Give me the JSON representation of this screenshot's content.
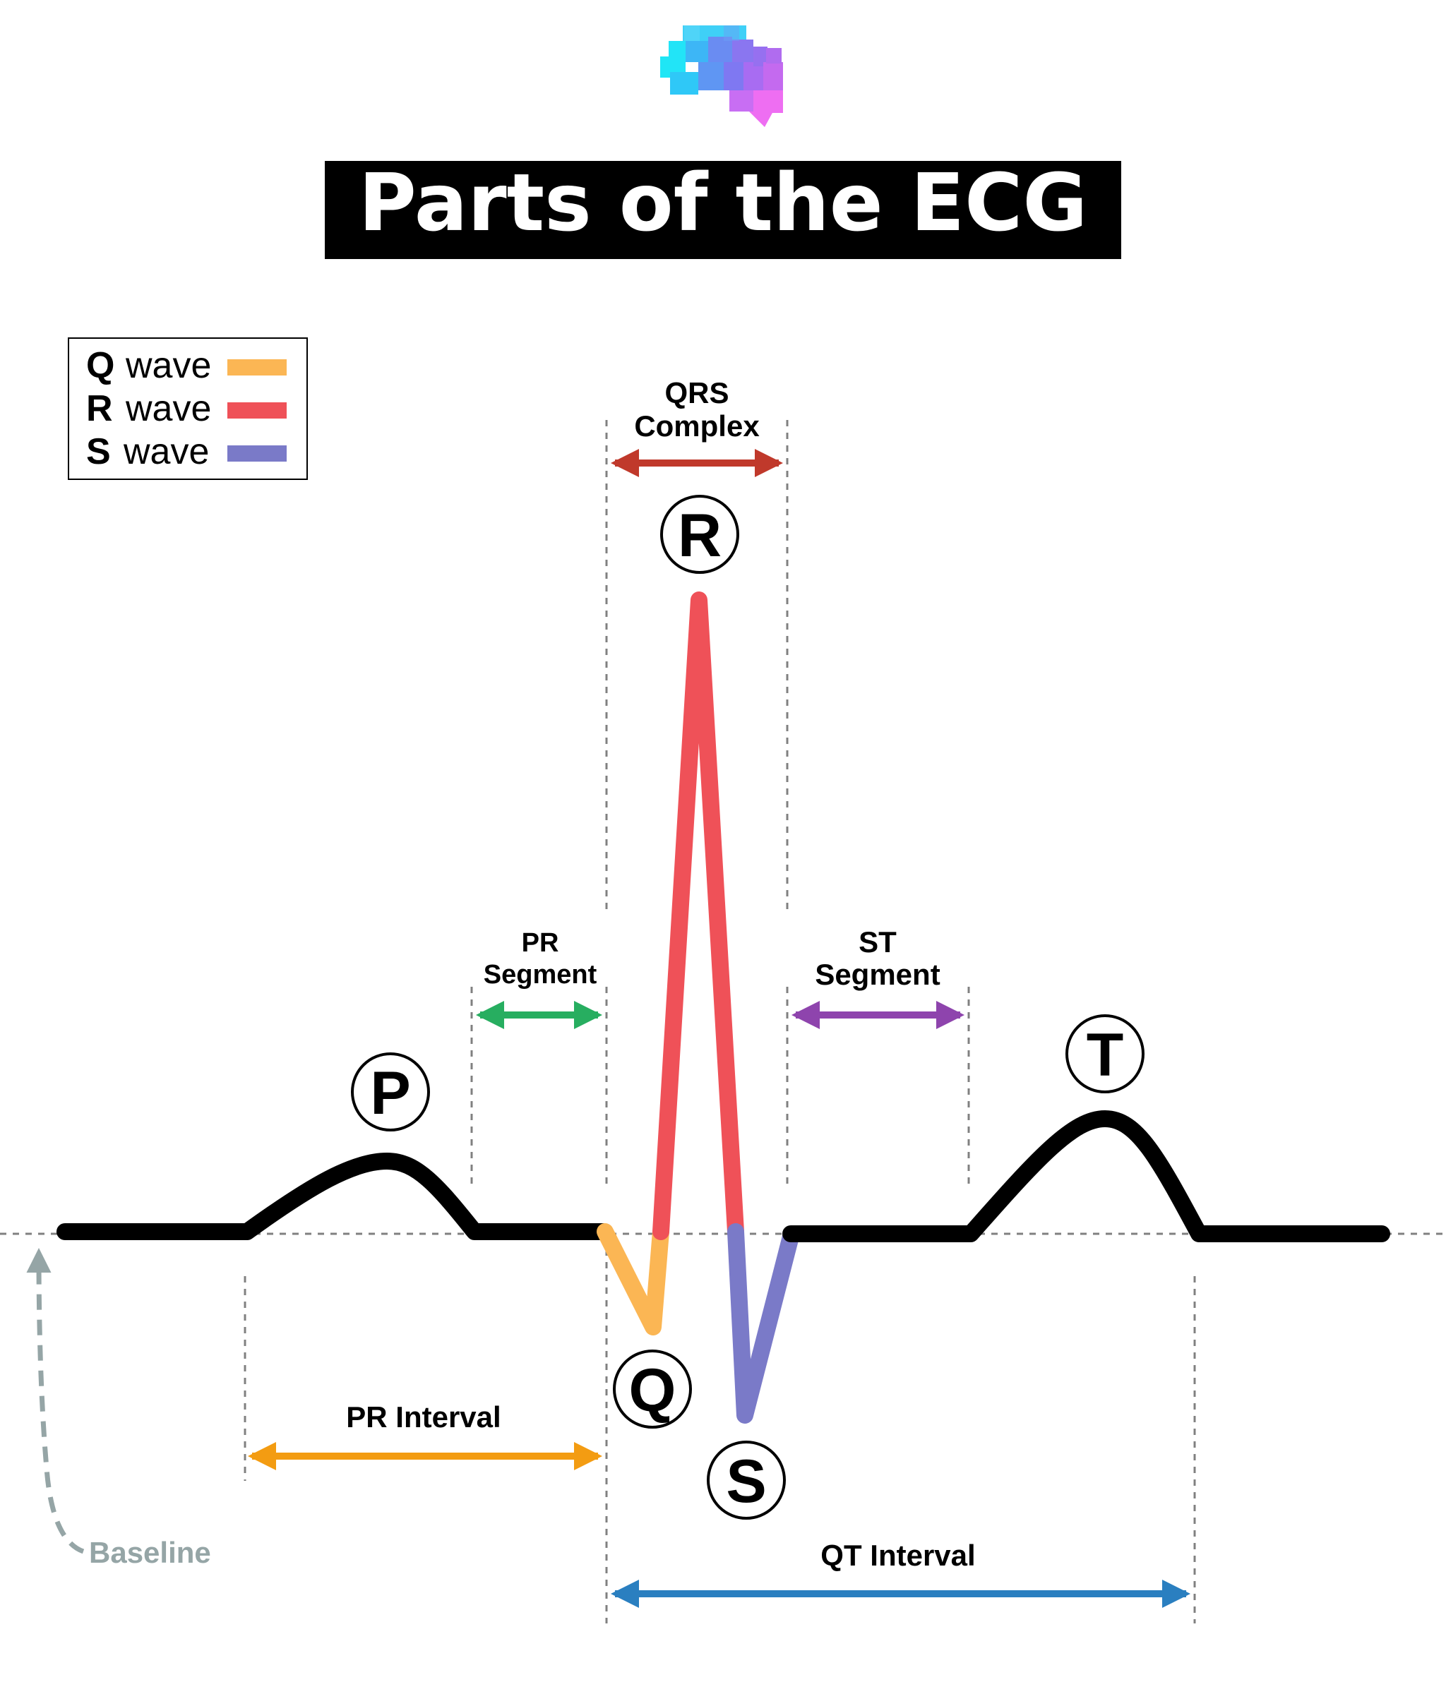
{
  "title": "Parts of the ECG",
  "logo": {
    "icon": "pixel-brain-icon",
    "colors": [
      "#22e0f5",
      "#4aa8f5",
      "#6f7ef0",
      "#a06cf2",
      "#e86af0"
    ]
  },
  "legend": {
    "items": [
      {
        "letter": "Q",
        "text": "wave",
        "color": "#fbb654"
      },
      {
        "letter": "R",
        "text": "wave",
        "color": "#ef5158"
      },
      {
        "letter": "S",
        "text": "wave",
        "color": "#7a7ac8"
      }
    ]
  },
  "waves": {
    "P": "P",
    "Q": "Q",
    "R": "R",
    "S": "S",
    "T": "T"
  },
  "spans": {
    "qrs": {
      "line1": "QRS",
      "line2": "Complex",
      "color": "#c0392b"
    },
    "pr_segment": {
      "line1": "PR",
      "line2": "Segment",
      "color": "#27ae60"
    },
    "st_segment": {
      "line1": "ST",
      "line2": "Segment",
      "color": "#8e44ad"
    },
    "pr_interval": {
      "label": "PR Interval",
      "color": "#f39c12"
    },
    "qt_interval": {
      "label": "QT Interval",
      "color": "#2a7fc0"
    }
  },
  "baseline": {
    "label": "Baseline",
    "color": "#95a5a6"
  },
  "colors": {
    "trace": "#000000",
    "guide": "#808080",
    "title_bg": "#000000"
  }
}
